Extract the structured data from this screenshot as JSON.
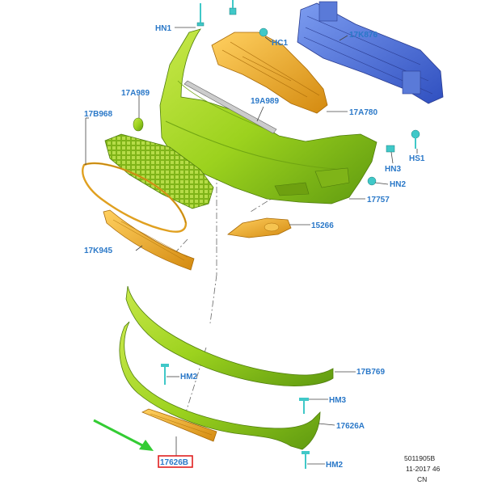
{
  "labels": {
    "hn1": "HN1",
    "hc1": "HC1",
    "k876": "17K876",
    "a989": "17A989",
    "a19989": "19A989",
    "a780": "17A780",
    "b968": "17B968",
    "hs1": "HS1",
    "hn3": "HN3",
    "hn2": "HN2",
    "p17757": "17757",
    "p15266": "15266",
    "k945": "17K945",
    "hm2_top": "HM2",
    "b769": "17B769",
    "hm3": "HM3",
    "a17626": "17626A",
    "b17626": "17626B",
    "hm2_bottom": "HM2"
  },
  "meta": {
    "ref": "5011905B",
    "date": "11-2017 46",
    "region": "CN"
  },
  "colors": {
    "label": "#2a78c8",
    "bumper": "#9cd21e",
    "bracket": "#f0b030",
    "beam": "#4a72d8",
    "arrow": "#33cc33",
    "highlight": "#e02020"
  }
}
